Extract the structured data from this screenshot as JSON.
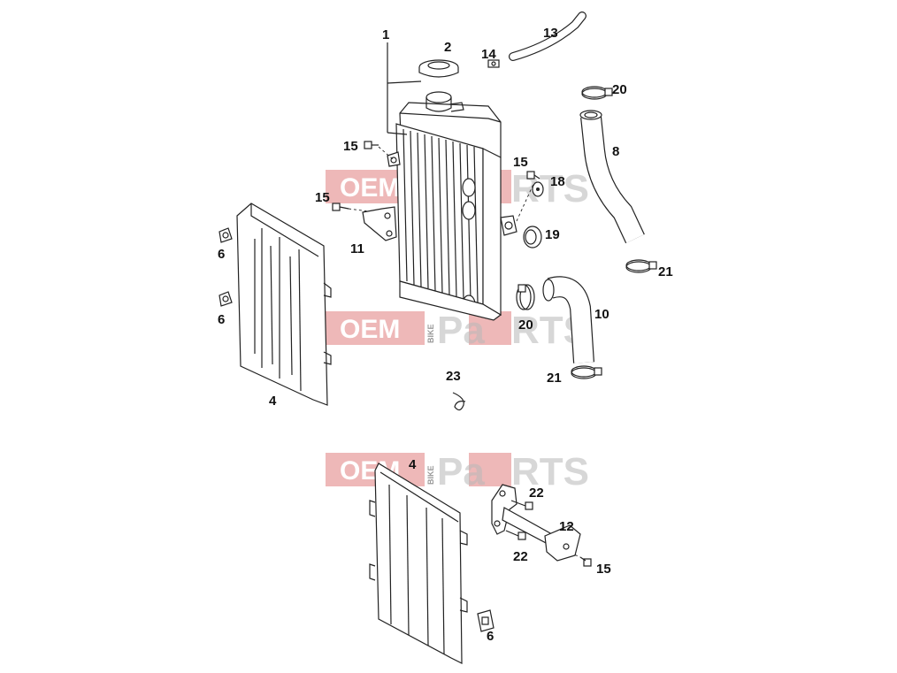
{
  "watermark": {
    "oem": "OEM",
    "bike": "BIKE",
    "pa": "Pa",
    "rts": "RTS",
    "color_red": "#e8a0a0",
    "color_gray": "#c4c4c4"
  },
  "labels": {
    "p1": "1",
    "p2": "2",
    "p4_top": "4",
    "p4_bottom": "4",
    "p6_a": "6",
    "p6_b": "6",
    "p6_c": "6",
    "p8": "8",
    "p10": "10",
    "p11": "11",
    "p12": "12",
    "p13": "13",
    "p14": "14",
    "p15_a": "15",
    "p15_b": "15",
    "p15_c": "15",
    "p15_d": "15",
    "p18": "18",
    "p19": "19",
    "p20_a": "20",
    "p20_b": "20",
    "p21_a": "21",
    "p21_b": "21",
    "p22_a": "22",
    "p22_b": "22",
    "p23": "23"
  }
}
